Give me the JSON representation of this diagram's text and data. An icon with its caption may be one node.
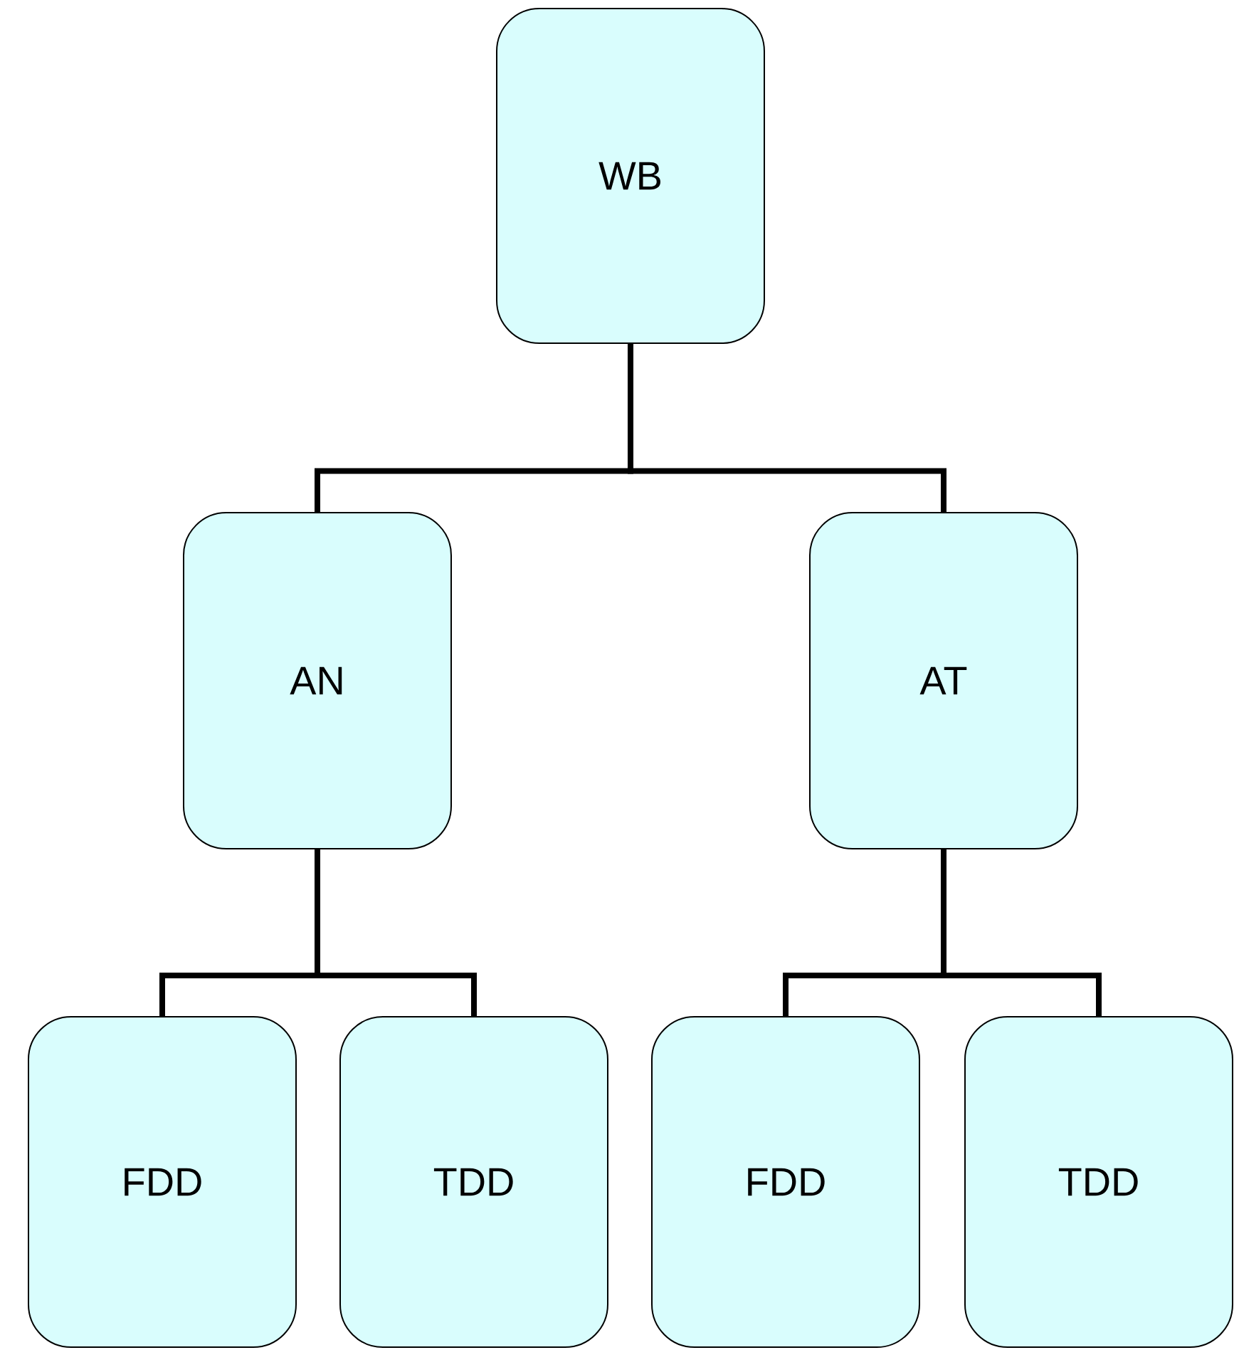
{
  "diagram": {
    "nodes": [
      {
        "text": [
          "WB"
        ]
      },
      {
        "text": [
          "AN"
        ]
      },
      {
        "text": [
          "AT"
        ]
      },
      {
        "text": [
          "FDD"
        ]
      },
      {
        "text": [
          "TDD"
        ]
      },
      {
        "text": [
          "FDD"
        ]
      },
      {
        "text": [
          "TDD"
        ]
      }
    ],
    "edges": [
      {
        "from": 0,
        "to": 1,
        "arrow": "none"
      },
      {
        "from": 0,
        "to": 2,
        "arrow": "none"
      },
      {
        "from": 1,
        "to": 3,
        "arrow": "none"
      },
      {
        "from": 1,
        "to": 4,
        "arrow": "none"
      },
      {
        "from": 2,
        "to": 5,
        "arrow": "none"
      },
      {
        "from": 2,
        "to": 6,
        "arrow": "none"
      }
    ]
  }
}
